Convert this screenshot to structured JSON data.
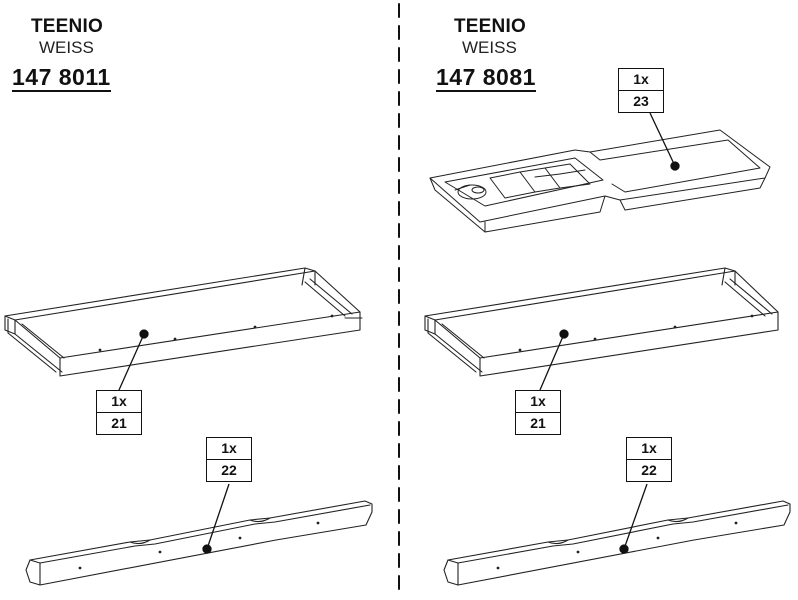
{
  "left": {
    "title": "TEENIO",
    "color": "WEISS",
    "article_number": "147 8011",
    "parts": [
      {
        "qty": "1x",
        "part": "21"
      },
      {
        "qty": "1x",
        "part": "22"
      }
    ]
  },
  "right": {
    "title": "TEENIO",
    "color": "WEISS",
    "article_number": "147 8081",
    "parts": [
      {
        "qty": "1x",
        "part": "23"
      },
      {
        "qty": "1x",
        "part": "21"
      },
      {
        "qty": "1x",
        "part": "22"
      }
    ]
  }
}
